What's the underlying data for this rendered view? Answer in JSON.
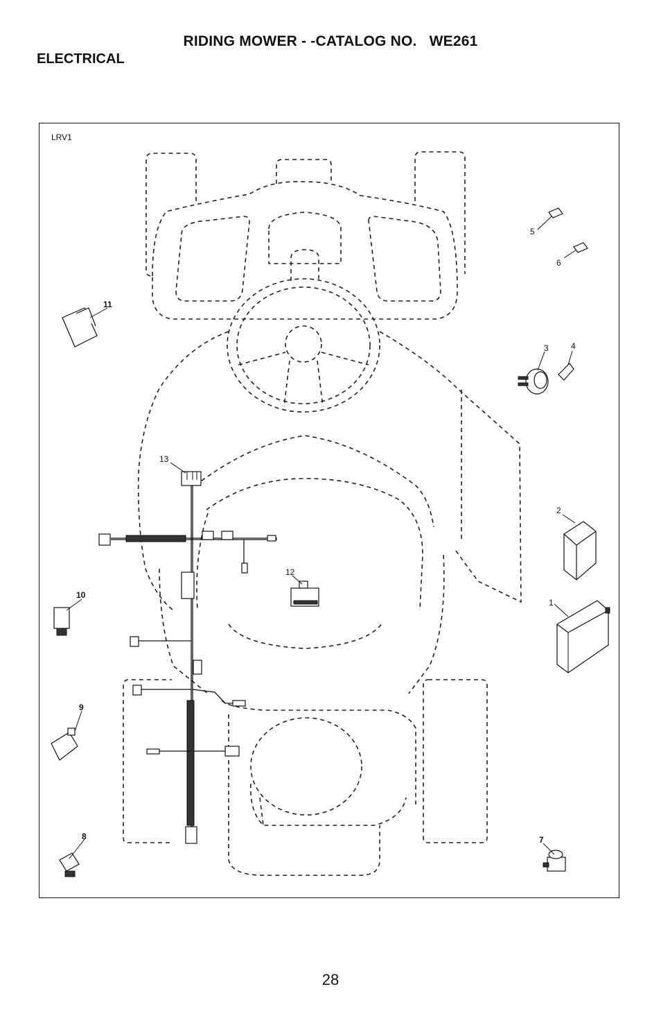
{
  "header": {
    "title": "RIDING MOWER - -CATALOG NO.   WE261",
    "section": "ELECTRICAL"
  },
  "diagram": {
    "code": "LRV1",
    "callouts": [
      "1",
      "2",
      "3",
      "4",
      "5",
      "6",
      "7",
      "8",
      "9",
      "10",
      "11",
      "12",
      "13"
    ]
  },
  "footer": {
    "page_number": "28"
  }
}
